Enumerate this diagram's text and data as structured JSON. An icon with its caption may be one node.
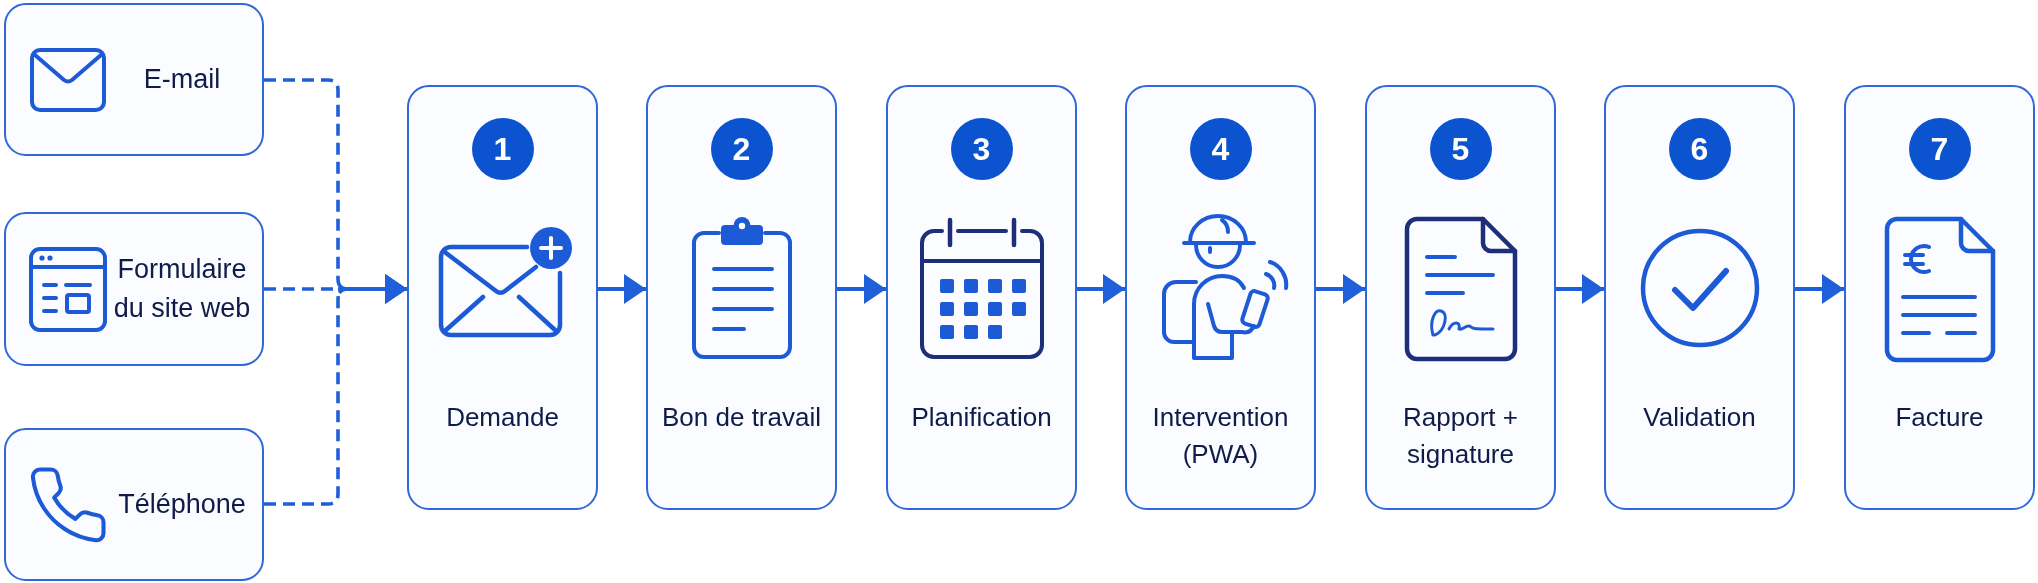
{
  "diagram": {
    "nodes": [
      {
        "text": [
          "E-mail"
        ]
      },
      {
        "text": [
          "Formulaire du site web"
        ]
      },
      {
        "text": [
          "Téléphone"
        ]
      },
      {
        "text": [
          "1",
          "Demande"
        ]
      },
      {
        "text": [
          "2",
          "Bon de travail"
        ]
      },
      {
        "text": [
          "3",
          "Planification"
        ]
      },
      {
        "text": [
          "4",
          "Intervention (PWA)"
        ]
      },
      {
        "text": [
          "5",
          "Rapport + signature"
        ]
      },
      {
        "text": [
          "6",
          "Validation"
        ]
      },
      {
        "text": [
          "7",
          "Facture"
        ]
      }
    ],
    "edges": [
      {
        "from": 0,
        "to": 3,
        "arrow": "to",
        "style": "dashed"
      },
      {
        "from": 1,
        "to": 3,
        "arrow": "to",
        "style": "dashed"
      },
      {
        "from": 2,
        "to": 3,
        "arrow": "to",
        "style": "dashed"
      },
      {
        "from": 3,
        "to": 4,
        "arrow": "to"
      },
      {
        "from": 4,
        "to": 5,
        "arrow": "to"
      },
      {
        "from": 5,
        "to": 6,
        "arrow": "to"
      },
      {
        "from": 6,
        "to": 7,
        "arrow": "to"
      },
      {
        "from": 7,
        "to": 8,
        "arrow": "to"
      },
      {
        "from": 8,
        "to": 9,
        "arrow": "to"
      }
    ]
  }
}
